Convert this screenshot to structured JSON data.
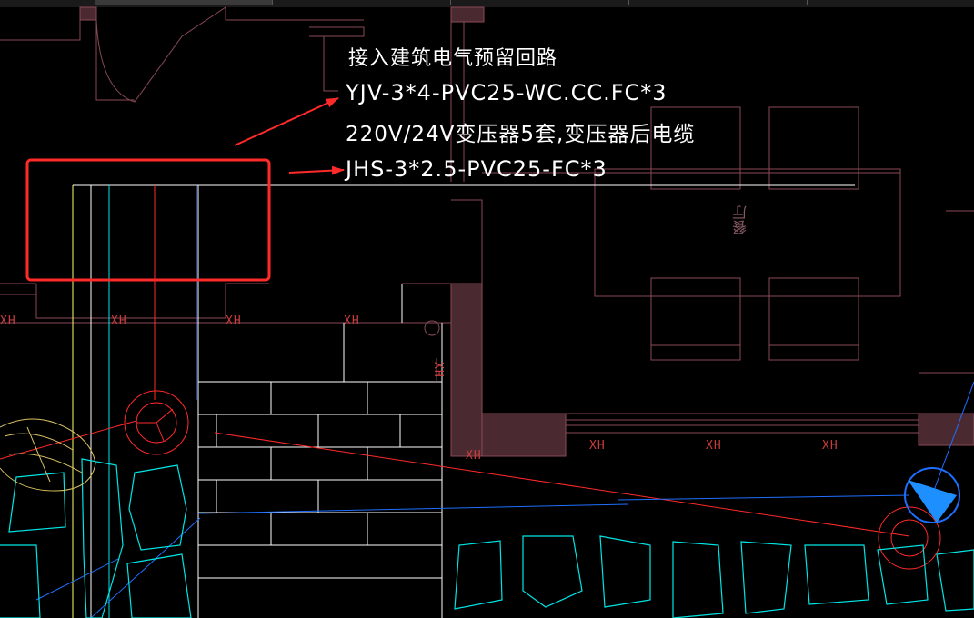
{
  "annotations": {
    "line1": "接入建筑电气预留回路",
    "line2": "YJV-3*4-PVC25-WC.CC.FC*3",
    "line3": "220V/24V变压器5套,变压器后电缆",
    "line4": "JHS-3*2.5-PVC25-FC*3"
  },
  "room_label": "餐厅",
  "wire_tags": [
    "XH",
    "XH",
    "XH",
    "XH",
    "XH",
    "XH",
    "XH",
    "XH",
    "XH"
  ],
  "colors": {
    "background": "#000000",
    "wall_fill": "#4a2a30",
    "wall_line": "#8a4a56",
    "annotation_text": "#ffffff",
    "highlight_red": "#ff2a2a",
    "cyan": "#00e5e5",
    "yellow": "#ffff66",
    "blue": "#1e90ff"
  }
}
